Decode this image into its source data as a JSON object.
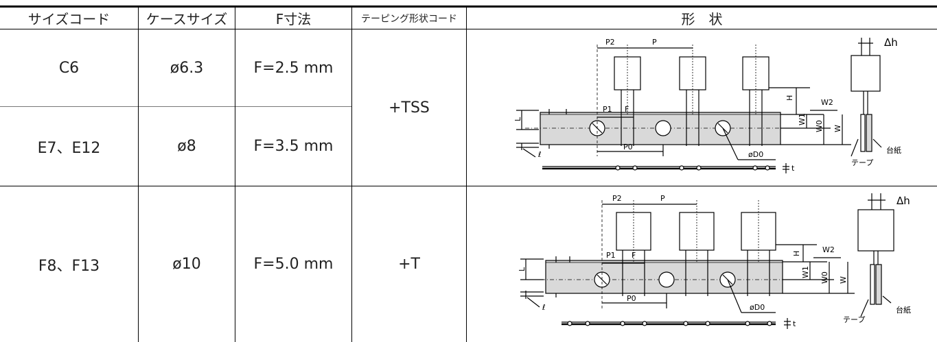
{
  "headers": {
    "size_code": "サイズコード",
    "case_size": "ケースサイズ",
    "f_dim": "F寸法",
    "taping_code": "テーピング形状コード",
    "shape": "形　状"
  },
  "rows": [
    {
      "size_code": "C6",
      "case_size": "ø6.3",
      "f_dim": "F=2.5 mm"
    },
    {
      "size_code": "E7、E12",
      "case_size": "ø8",
      "f_dim": "F=3.5 mm"
    },
    {
      "size_code": "F8、F13",
      "case_size": "ø10",
      "f_dim": "F=5.0 mm"
    }
  ],
  "taping": {
    "tss": "+TSS",
    "t": "+T"
  },
  "diagram": {
    "p2": "P2",
    "p": "P",
    "p1": "P1",
    "f": "F",
    "p0": "P0",
    "h": "H",
    "w1": "W1",
    "w0": "W0",
    "w": "W",
    "w2": "W2",
    "l": "L",
    "ell": "ℓ",
    "od0": "øD0",
    "t": "t",
    "dh": "Δh",
    "tape": "テープ",
    "paper": "台紙"
  }
}
